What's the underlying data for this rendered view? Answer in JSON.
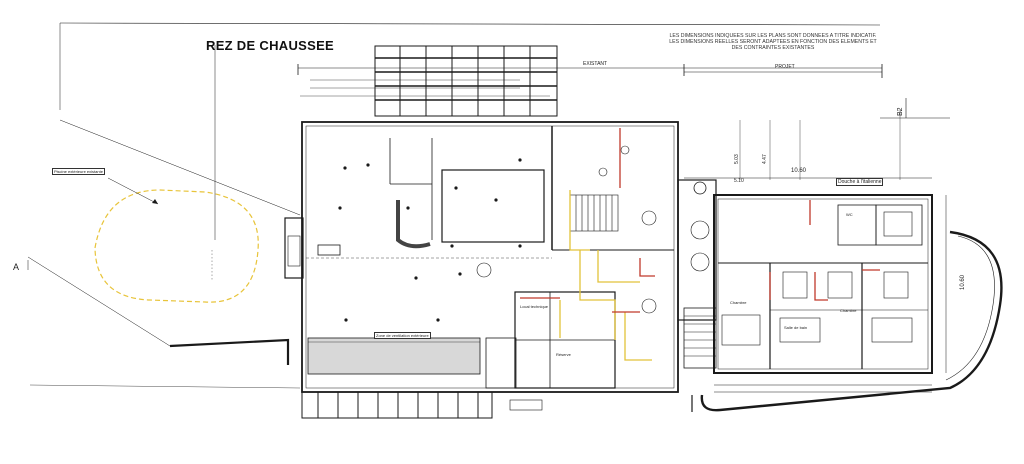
{
  "title": "REZ DE CHAUSSEE",
  "note": "LES DIMENSIONS INDIQUEES SUR LES PLANS SONT DONNEES A TITRE INDICATIF. LES DIMENSIONS REELLES SERONT ADAPTEES EN FONCTION DES ELEMENTS ET DES CONTRAINTES EXISTANTES",
  "zones": {
    "existing": "EXISTANT",
    "project": "PROJET"
  },
  "section_marks": {
    "a": "A",
    "b2": "B2"
  },
  "callouts": {
    "pool": "Piscine extérieure existante",
    "terrace": "Zone de ventilation extérieure",
    "shower": "Douche à l'italienne"
  },
  "dimensions": {
    "d_1060_top": "10.60",
    "d_1060_side": "10.60",
    "d_503": "5.03",
    "d_447": "4.47",
    "d_510": "5.10"
  },
  "rooms": {
    "chambre": "Chambre",
    "salle_bain": "Salle de bain",
    "wc": "WC",
    "reserve": "Réserve",
    "local": "Local technique"
  },
  "colors": {
    "ink": "#1a1a1a",
    "pool_outline": "#e8c43a",
    "red_wall": "#c0392b",
    "yellow_wall": "#e2c23a"
  }
}
